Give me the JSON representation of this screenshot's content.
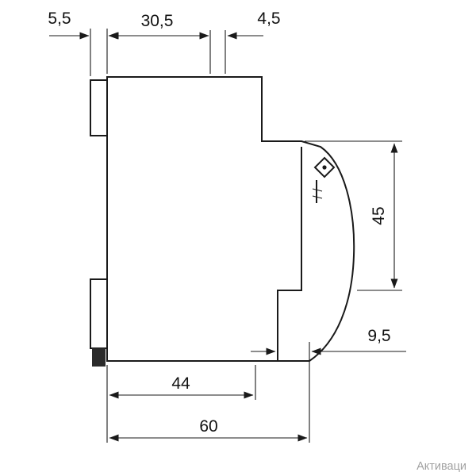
{
  "drawing": {
    "type": "technical-dimension-drawing",
    "subject": "device-side-profile",
    "dims": {
      "top_left": "5,5",
      "top_main": "30,5",
      "top_right": "4,5",
      "right_height": "45",
      "rear_depth": "9,5",
      "bottom_inner": "44",
      "bottom_total": "60"
    },
    "watermark": "Активаци",
    "colors": {
      "line": "#1a1a1a",
      "background": "#ffffff",
      "watermark": "#a1a1a1",
      "foot_fill": "#2b2b2b"
    }
  }
}
